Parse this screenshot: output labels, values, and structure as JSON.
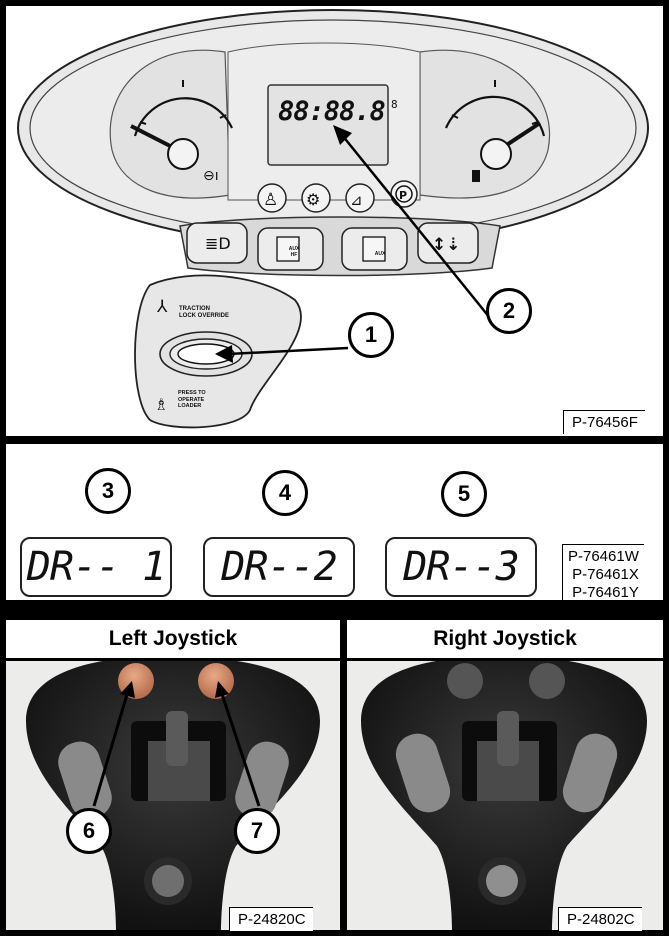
{
  "panel1": {
    "ref": "P-76456F",
    "lcd_digits": "88:88.8",
    "lcd_flag": "8",
    "override_text_1": "TRACTION",
    "override_text_2": "LOCK OVERRIDE",
    "press_text_1": "PRESS TO",
    "press_text_2": "OPERATE",
    "press_text_3": "LOADER",
    "aux_hf": "AUX\nHF",
    "aux": "AUX",
    "callout_1": "1",
    "callout_2": "2"
  },
  "panel2": {
    "refs": [
      "P-76461W",
      "P-76461X",
      "P-76461Y"
    ],
    "displays": [
      {
        "callout": "3",
        "text": "DR-- 1"
      },
      {
        "callout": "4",
        "text": "DR--2"
      },
      {
        "callout": "5",
        "text": "DR--3"
      }
    ]
  },
  "panel3": {
    "left": {
      "title": "Left Joystick",
      "ref": "P-24820C",
      "callout_a": "6",
      "callout_b": "7"
    },
    "right": {
      "title": "Right Joystick",
      "ref": "P-24802C"
    }
  },
  "colors": {
    "button_amber": "#d48a64",
    "panel_grey": "#e6e6e6",
    "joystick_black": "#1c1c1c"
  }
}
